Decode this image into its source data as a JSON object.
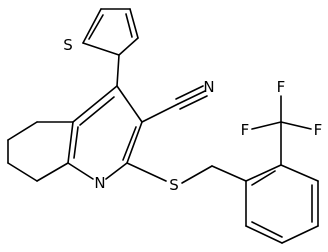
{
  "molecule": {
    "atom_labels": {
      "sulfur_thiophene": "S",
      "nitrile_nitrogen": "N",
      "ring_nitrogen": "N",
      "thioether_sulfur": "S",
      "fluorine_top": "F",
      "fluorine_left": "F",
      "fluorine_right": "F"
    }
  }
}
